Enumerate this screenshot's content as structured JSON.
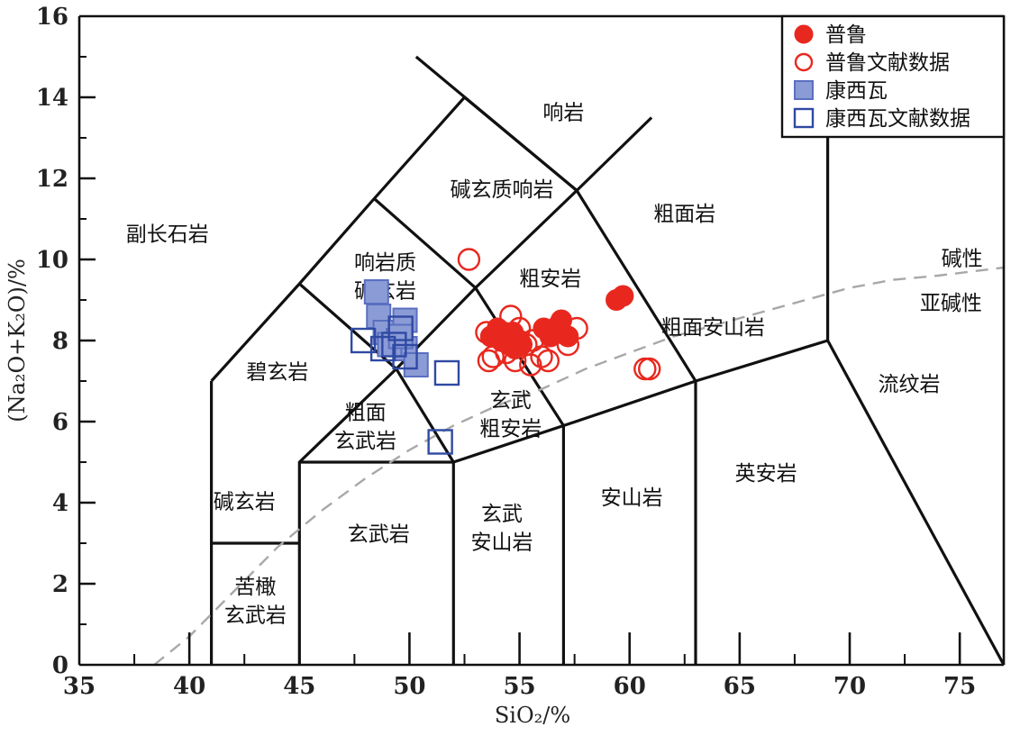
{
  "chart_data": {
    "type": "scatter",
    "xlabel": "SiO₂/%",
    "ylabel": "(Na₂O+K₂O)/%",
    "xlim": [
      35,
      77
    ],
    "ylim": [
      0,
      16
    ],
    "x_ticks": [
      "35",
      "40",
      "45",
      "50",
      "55",
      "60",
      "65",
      "70",
      "75"
    ],
    "y_ticks": [
      "0",
      "2",
      "4",
      "6",
      "8",
      "10",
      "12",
      "14",
      "16"
    ],
    "legend_position": "top-right",
    "series": [
      {
        "name": "普鲁",
        "marker": "filled-circle",
        "color": "#e8281e",
        "points": [
          [
            53.7,
            8.1
          ],
          [
            54.0,
            8.3
          ],
          [
            54.2,
            8.0
          ],
          [
            54.5,
            7.9
          ],
          [
            54.7,
            8.2
          ],
          [
            54.8,
            7.8
          ],
          [
            55.0,
            8.0
          ],
          [
            54.3,
            8.2
          ],
          [
            54.6,
            8.1
          ],
          [
            55.1,
            7.9
          ],
          [
            56.1,
            8.3
          ],
          [
            56.4,
            8.1
          ],
          [
            56.8,
            8.4
          ],
          [
            57.2,
            8.1
          ],
          [
            56.9,
            8.5
          ],
          [
            59.4,
            9.0
          ],
          [
            59.7,
            9.1
          ],
          [
            54.8,
            7.9
          ]
        ]
      },
      {
        "name": "普鲁文献数据",
        "marker": "open-circle",
        "color": "#e8281e",
        "points": [
          [
            52.7,
            10.0
          ],
          [
            53.5,
            8.2
          ],
          [
            53.8,
            7.6
          ],
          [
            54.2,
            8.0
          ],
          [
            54.4,
            7.7
          ],
          [
            54.6,
            8.6
          ],
          [
            54.8,
            7.5
          ],
          [
            55.0,
            8.3
          ],
          [
            55.3,
            7.9
          ],
          [
            55.6,
            8.0
          ],
          [
            56.0,
            7.6
          ],
          [
            56.3,
            7.5
          ],
          [
            56.8,
            8.2
          ],
          [
            57.2,
            7.9
          ],
          [
            57.6,
            8.3
          ],
          [
            60.7,
            7.3
          ],
          [
            60.9,
            7.3
          ],
          [
            53.6,
            7.5
          ],
          [
            55.5,
            7.4
          ]
        ]
      },
      {
        "name": "康西瓦",
        "marker": "filled-square",
        "color": "#5a6fc0",
        "fill": "#8b9bd6",
        "points": [
          [
            48.5,
            9.2
          ],
          [
            48.6,
            8.6
          ],
          [
            48.9,
            8.2
          ],
          [
            49.5,
            8.0
          ],
          [
            49.8,
            8.5
          ],
          [
            49.8,
            7.8
          ],
          [
            49.1,
            7.9
          ],
          [
            50.3,
            7.4
          ],
          [
            49.6,
            8.1
          ]
        ]
      },
      {
        "name": "康西瓦文献数据",
        "marker": "open-square",
        "color": "#2f4aa3",
        "points": [
          [
            47.9,
            8.0
          ],
          [
            48.8,
            7.8
          ],
          [
            49.3,
            7.9
          ],
          [
            49.8,
            7.6
          ],
          [
            51.7,
            7.2
          ],
          [
            51.4,
            5.5
          ],
          [
            49.6,
            8.3
          ]
        ]
      }
    ],
    "field_labels": [
      {
        "text": "响岩",
        "x": 57.0,
        "y": 13.6
      },
      {
        "text": "碱玄质响岩",
        "x": 54.2,
        "y": 11.7
      },
      {
        "text": "粗面岩",
        "x": 62.5,
        "y": 11.1
      },
      {
        "text": "副长石岩",
        "x": 39.0,
        "y": 10.6
      },
      {
        "text": "响岩质",
        "x": 48.9,
        "y": 9.9
      },
      {
        "text": "碱玄岩",
        "x": 48.9,
        "y": 9.2
      },
      {
        "text": "粗安岩",
        "x": 56.4,
        "y": 9.5
      },
      {
        "text": "碱性",
        "x": 75.1,
        "y": 10.0
      },
      {
        "text": "亚碱性",
        "x": 74.6,
        "y": 8.9
      },
      {
        "text": "粗面安山岩",
        "x": 63.8,
        "y": 8.3
      },
      {
        "text": "碧玄岩",
        "x": 44.0,
        "y": 7.2
      },
      {
        "text": "流纹岩",
        "x": 72.7,
        "y": 6.9
      },
      {
        "text": "玄武",
        "x": 54.6,
        "y": 6.5
      },
      {
        "text": "粗安岩",
        "x": 54.6,
        "y": 5.8
      },
      {
        "text": "粗面",
        "x": 48.0,
        "y": 6.2
      },
      {
        "text": "玄武岩",
        "x": 48.0,
        "y": 5.5
      },
      {
        "text": "英安岩",
        "x": 66.2,
        "y": 4.7
      },
      {
        "text": "碱玄岩",
        "x": 42.5,
        "y": 4.0
      },
      {
        "text": "安山岩",
        "x": 60.1,
        "y": 4.1
      },
      {
        "text": "玄武",
        "x": 54.2,
        "y": 3.7
      },
      {
        "text": "安山岩",
        "x": 54.2,
        "y": 3.0
      },
      {
        "text": "玄武岩",
        "x": 48.6,
        "y": 3.2
      },
      {
        "text": "苦橄",
        "x": 43.0,
        "y": 1.9
      },
      {
        "text": "玄武岩",
        "x": 43.0,
        "y": 1.2
      }
    ],
    "field_boundaries": [
      [
        [
          41,
          0
        ],
        [
          41,
          7
        ]
      ],
      [
        [
          41,
          7
        ],
        [
          45,
          9.4
        ],
        [
          48.4,
          11.5
        ],
        [
          52.5,
          14
        ],
        [
          57.6,
          11.7
        ],
        [
          63,
          7
        ],
        [
          63,
          0
        ]
      ],
      [
        [
          41,
          3
        ],
        [
          45,
          3
        ]
      ],
      [
        [
          45,
          9.4
        ],
        [
          49.4,
          7.3
        ],
        [
          53,
          9.3
        ],
        [
          57.6,
          11.7
        ],
        [
          61,
          13.5
        ]
      ],
      [
        [
          48.4,
          11.5
        ],
        [
          53,
          9.3
        ],
        [
          57,
          5.9
        ],
        [
          63,
          7
        ],
        [
          69,
          8
        ],
        [
          77,
          0
        ]
      ],
      [
        [
          45,
          0
        ],
        [
          45,
          5
        ],
        [
          49.4,
          7.3
        ],
        [
          52,
          5
        ],
        [
          57,
          5.9
        ],
        [
          57,
          0
        ]
      ],
      [
        [
          52,
          0
        ],
        [
          52,
          5
        ]
      ],
      [
        [
          45,
          5
        ],
        [
          52,
          5
        ]
      ],
      [
        [
          50.3,
          15
        ],
        [
          57.6,
          11.7
        ]
      ],
      [
        [
          69,
          8
        ],
        [
          69,
          13.1
        ]
      ]
    ],
    "alkaline_divider": [
      [
        38.4,
        0
      ],
      [
        40,
        0.7
      ],
      [
        42,
        1.8
      ],
      [
        44,
        2.9
      ],
      [
        46,
        3.8
      ],
      [
        48,
        4.6
      ],
      [
        50,
        5.3
      ],
      [
        52,
        5.9
      ],
      [
        54,
        6.4
      ],
      [
        56,
        6.8
      ],
      [
        58,
        7.3
      ],
      [
        60,
        7.7
      ],
      [
        62,
        8.1
      ],
      [
        64,
        8.4
      ],
      [
        66,
        8.7
      ],
      [
        68,
        9.0
      ],
      [
        70,
        9.3
      ],
      [
        72,
        9.5
      ],
      [
        74,
        9.6
      ],
      [
        77,
        9.8
      ]
    ]
  }
}
